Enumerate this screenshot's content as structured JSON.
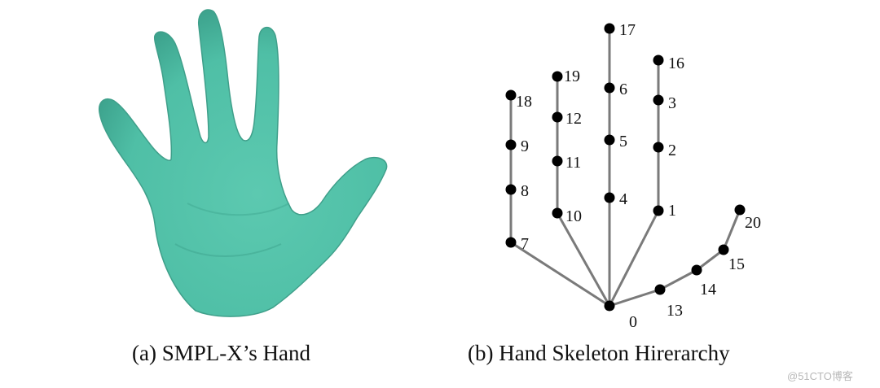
{
  "captions": {
    "a": "(a) SMPL-X’s Hand",
    "b": "(b) Hand Skeleton Hirerarchy"
  },
  "watermark": "@51CTO博客",
  "colors": {
    "hand_fill": "#4fbfa6",
    "hand_shade": "#3a9e89",
    "bone": "#7a7a7a",
    "joint": "#000000"
  },
  "skeleton": {
    "joints": [
      "0",
      "1",
      "2",
      "3",
      "16",
      "4",
      "5",
      "6",
      "17",
      "7",
      "8",
      "9",
      "18",
      "10",
      "11",
      "12",
      "19",
      "13",
      "14",
      "15",
      "20"
    ]
  }
}
